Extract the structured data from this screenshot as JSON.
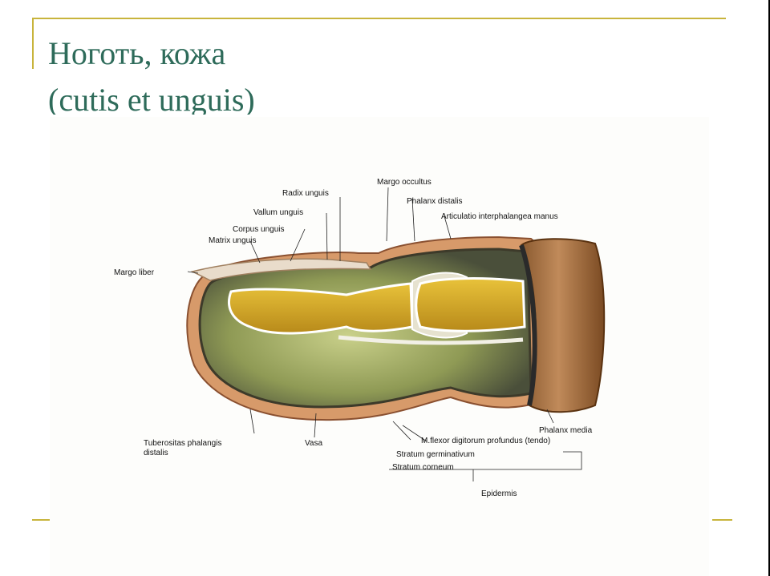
{
  "slide": {
    "title_line1": "Ноготь, кожа",
    "title_line2": "(cutis et unguis)",
    "accent_color": "#c8b43c",
    "title_color": "#2e6b5a"
  },
  "diagram": {
    "labels": {
      "margo_occultus": "Margo occultus",
      "radix_unguis": "Radix unguis",
      "phalanx_distalis": "Phalanx distalis",
      "vallum_unguis": "Vallum unguis",
      "articulatio": "Articulatio interphalangea manus",
      "corpus_unguis": "Corpus unguis",
      "matrix_unguis": "Matrix unguis",
      "margo_liber": "Margo liber",
      "tuberositas_1": "Tuberositas phalangis",
      "tuberositas_2": "distalis",
      "vasa": "Vasa",
      "phalanx_media": "Phalanx media",
      "m_flexor": "M.flexor digitorum profundus (tendo)",
      "stratum_germinativum": "Stratum germinativum",
      "stratum_corneum": "Stratum corneum",
      "epidermis": "Epidermis"
    }
  }
}
